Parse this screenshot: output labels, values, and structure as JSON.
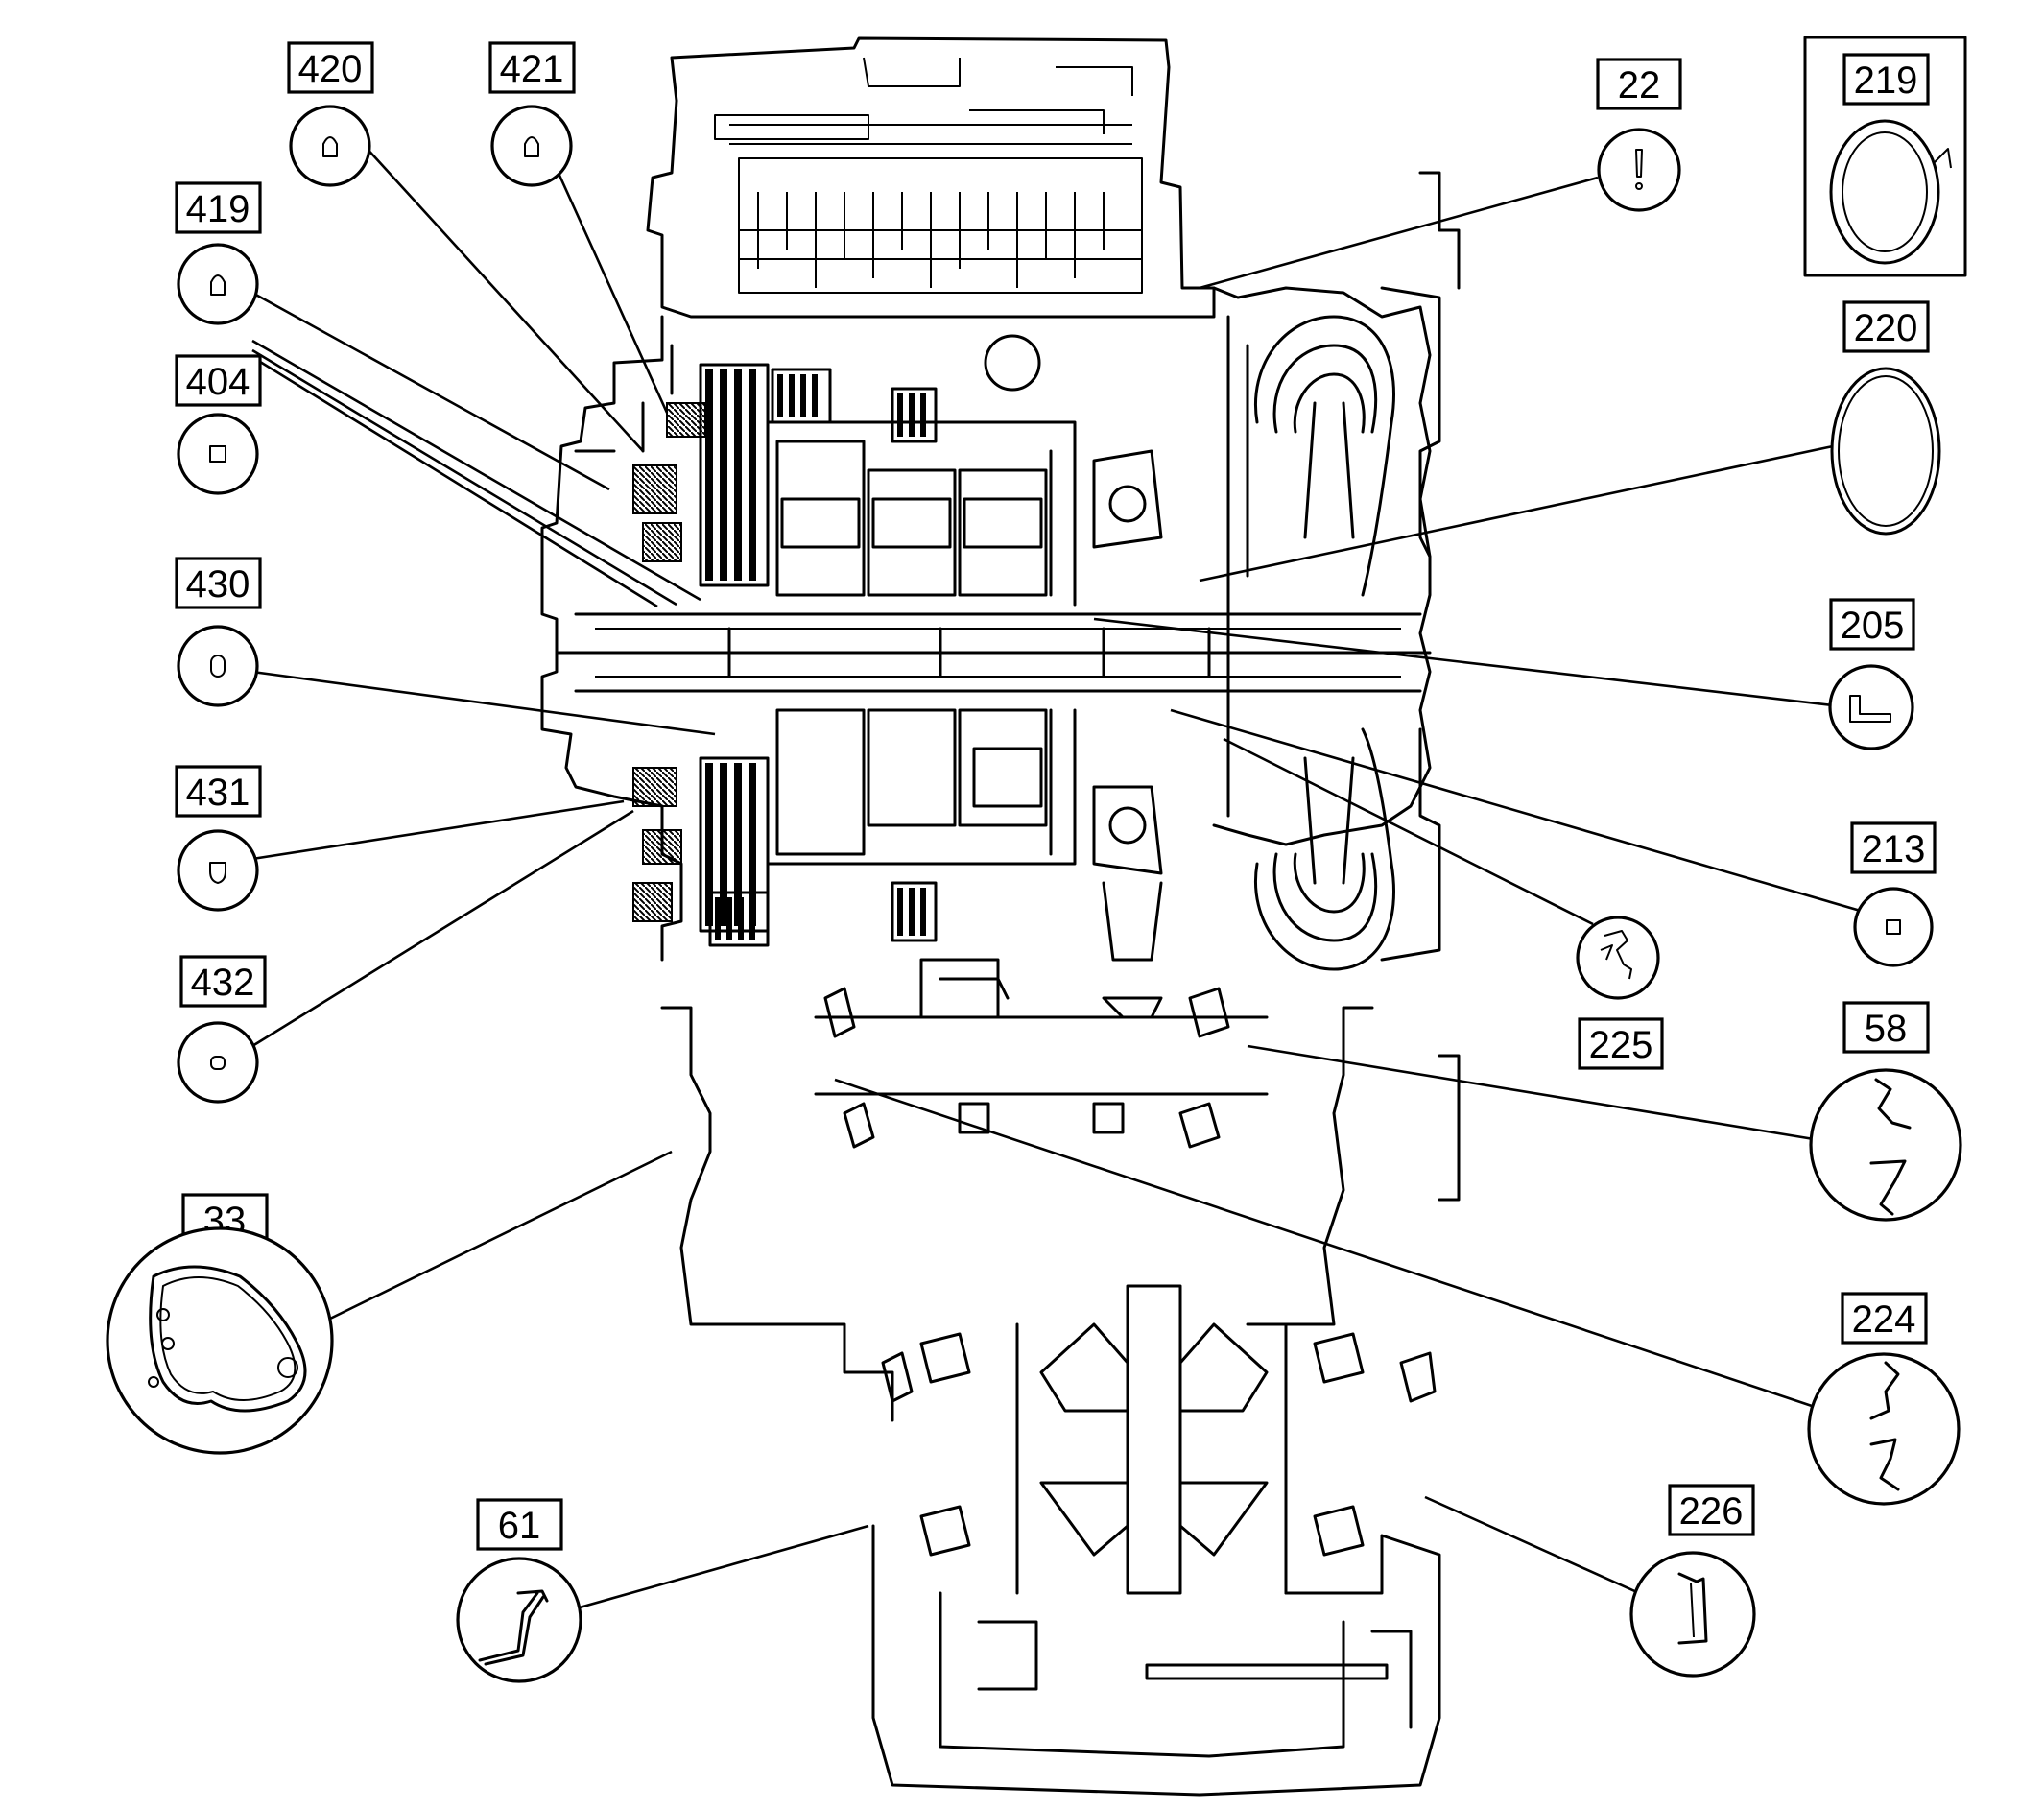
{
  "callouts": [
    {
      "id": "c420",
      "number": "420",
      "part": "seal-round-d"
    },
    {
      "id": "c421",
      "number": "421",
      "part": "seal-round-d"
    },
    {
      "id": "c419",
      "number": "419",
      "part": "seal-round-d"
    },
    {
      "id": "c404",
      "number": "404",
      "part": "seal-square"
    },
    {
      "id": "c430",
      "number": "430",
      "part": "seal-oval"
    },
    {
      "id": "c431",
      "number": "431",
      "part": "seal-shield"
    },
    {
      "id": "c432",
      "number": "432",
      "part": "seal-small-round"
    },
    {
      "id": "c33",
      "number": "33",
      "part": "case-gasket"
    },
    {
      "id": "c61",
      "number": "61",
      "part": "axle-seal"
    },
    {
      "id": "c22",
      "number": "22",
      "part": "pin-seal"
    },
    {
      "id": "c219",
      "number": "219",
      "part": "snap-ring"
    },
    {
      "id": "c220",
      "number": "220",
      "part": "snap-ring"
    },
    {
      "id": "c205",
      "number": "205",
      "part": "seal-l-section"
    },
    {
      "id": "c213",
      "number": "213",
      "part": "seal-square"
    },
    {
      "id": "c225",
      "number": "225",
      "part": "lip-seal"
    },
    {
      "id": "c58",
      "number": "58",
      "part": "lip-seal-pair"
    },
    {
      "id": "c224",
      "number": "224",
      "part": "lip-seal-pair"
    },
    {
      "id": "c226",
      "number": "226",
      "part": "axle-seal"
    }
  ]
}
